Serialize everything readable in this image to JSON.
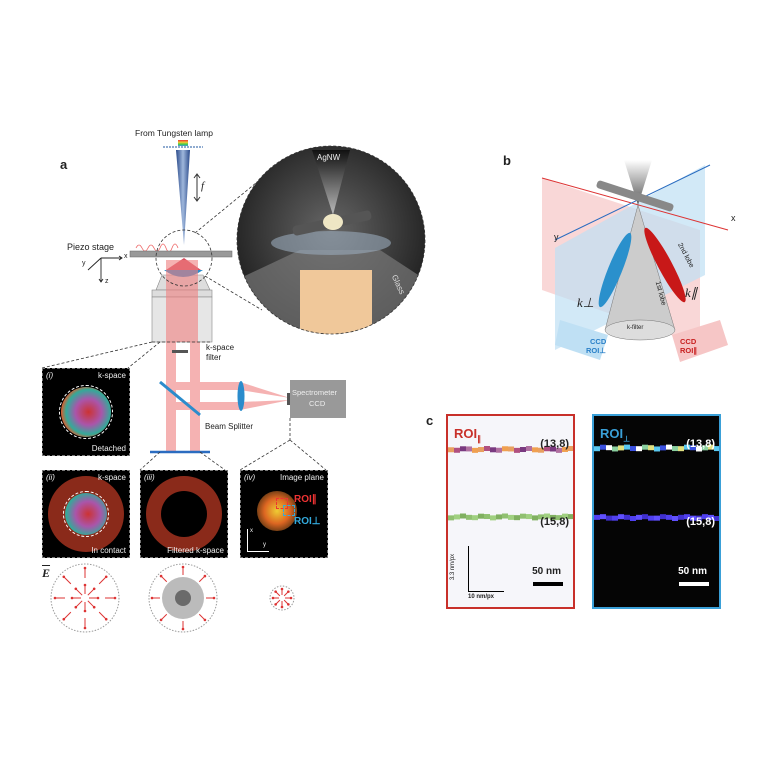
{
  "panel_a": {
    "letter": "a",
    "lamp_label": "From Tungsten lamp",
    "focus_symbol": "f",
    "piezo_label": "Piezo stage",
    "axes": {
      "x": "x",
      "y": "y",
      "z": "z"
    },
    "kspace_filter_label_1": "k-space",
    "kspace_filter_label_2": "filter",
    "beam_splitter_label": "Beam Splitter",
    "spectrometer_line1": "Spectrometer",
    "spectrometer_line2": "CCD",
    "zoom_inset": {
      "tip_label": "AgNW",
      "substrate_label": "Glass"
    },
    "insets": [
      {
        "numeral": "(i)",
        "title": "k-space",
        "caption": "Detached"
      },
      {
        "numeral": "(ii)",
        "title": "k-space",
        "caption": "In contact"
      },
      {
        "numeral": "(iii)",
        "title": "",
        "caption": "Filtered k-space"
      },
      {
        "numeral": "(iv)",
        "title": "Image plane",
        "roi_par": "ROI∥",
        "roi_perp": "ROI⊥",
        "axis_x": "x",
        "axis_y": "y"
      }
    ],
    "efield_symbol": "E"
  },
  "panel_b": {
    "letter": "b",
    "axis_x": "x",
    "axis_y": "y",
    "lobe2": "2nd lobe",
    "lobe1": "1st lobe",
    "k_perp": "k⊥",
    "k_par": "k∥",
    "kfilter": "k-filter",
    "ccd_perp_1": "CCD",
    "ccd_perp_2": "ROI⊥",
    "ccd_par_1": "CCD",
    "ccd_par_2": "ROI∥"
  },
  "panel_c": {
    "letter": "c",
    "left": {
      "title": "ROI",
      "subscript": "∥",
      "mode1": "(13,8)",
      "mode2": "(15,8)",
      "scale": "50 nm",
      "y_axis": "3.3 nm/px",
      "x_axis": "10 nm/px",
      "border_color": "#c8302a"
    },
    "right": {
      "title": "ROI",
      "subscript": "⊥",
      "mode1": "(13,8)",
      "mode2": "(15,8)",
      "scale": "50 nm",
      "border_color": "#3aa0d8"
    }
  }
}
